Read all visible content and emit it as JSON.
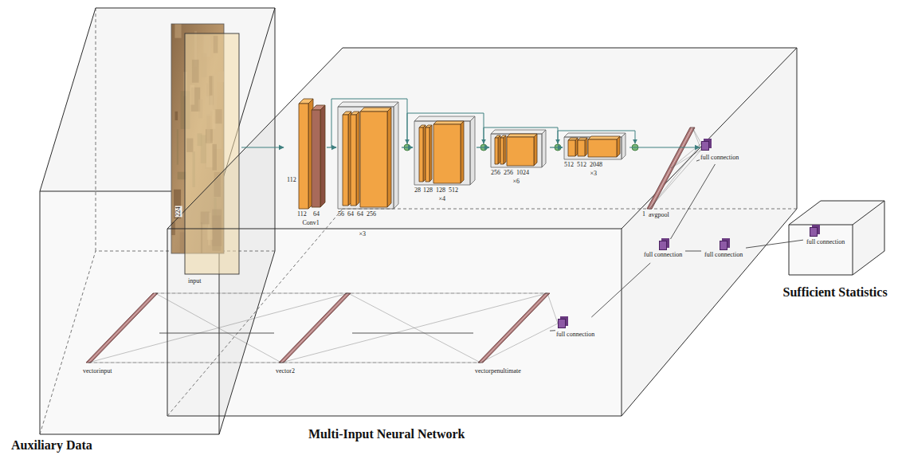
{
  "diagram": {
    "nodes": [
      {
        "text": [
          "Auxiliary Data"
        ]
      },
      {
        "text": [
          "Multi-Input Neural Network"
        ]
      },
      {
        "text": [
          "Sufficient Statistics"
        ]
      },
      {
        "text": [
          "224",
          "input"
        ],
        "in": 0
      },
      {
        "text": [
          "112",
          "112",
          "64",
          "Conv1"
        ],
        "in": 1
      },
      {
        "text": [
          "56",
          "64",
          "64",
          "256",
          "×3"
        ],
        "in": 1
      },
      {
        "text": [
          "28",
          "128",
          "128",
          "512",
          "×4"
        ],
        "in": 1
      },
      {
        "text": [
          "256",
          "256",
          "1024",
          "×6"
        ],
        "in": 1
      },
      {
        "text": [
          "512",
          "512",
          "2048",
          "×3"
        ],
        "in": 1
      },
      {
        "text": [
          "1",
          "avgpool"
        ],
        "in": 1
      },
      {
        "text": [
          "full connection"
        ],
        "in": 1
      },
      {
        "text": [
          "full connection"
        ],
        "in": 1
      },
      {
        "text": [
          "full connection"
        ],
        "in": 1
      },
      {
        "text": [
          "vectorinput"
        ],
        "in": 0
      },
      {
        "text": [
          "vector2"
        ],
        "in": 1
      },
      {
        "text": [
          "vectorpenultimate"
        ],
        "in": 1
      },
      {
        "text": [
          "full connection"
        ],
        "in": 1
      },
      {
        "text": [
          "full connection"
        ],
        "in": 2
      }
    ],
    "edges": [
      {
        "from": 3,
        "to": 4,
        "arrow": "to"
      },
      {
        "from": 4,
        "to": 5,
        "arrow": "to"
      },
      {
        "from": 5,
        "to": 6,
        "arrow": "to"
      },
      {
        "from": 6,
        "to": 7,
        "arrow": "to"
      },
      {
        "from": 7,
        "to": 8,
        "arrow": "to"
      },
      {
        "from": 8,
        "to": 10,
        "arrow": "to"
      },
      {
        "from": 9,
        "to": 10,
        "arrow": "none"
      },
      {
        "from": 10,
        "to": 11,
        "arrow": "none"
      },
      {
        "from": 16,
        "to": 11,
        "arrow": "none"
      },
      {
        "from": 11,
        "to": 12,
        "arrow": "none"
      },
      {
        "from": 12,
        "to": 17,
        "arrow": "none"
      },
      {
        "from": 13,
        "to": 14,
        "arrow": "none"
      },
      {
        "from": 14,
        "to": 15,
        "arrow": "none"
      },
      {
        "from": 15,
        "to": 16,
        "arrow": "none"
      }
    ]
  }
}
